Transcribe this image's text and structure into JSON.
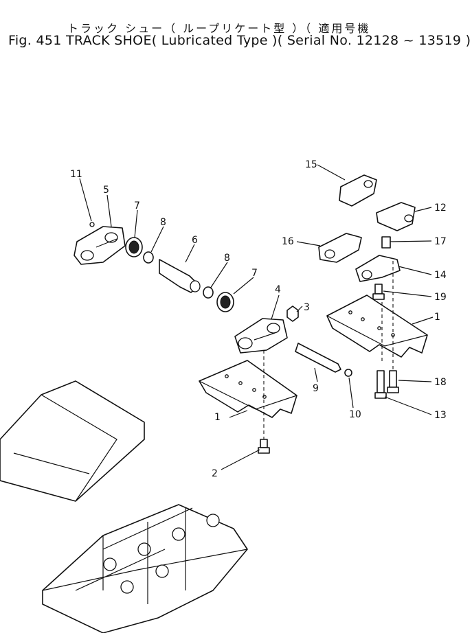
{
  "title": {
    "jp_line": "トラック シュー（ ループリケート型 ）（ 適用号機",
    "en_line": "Fig. 451 TRACK SHOE( Lubricated Type )( Serial No. 12128 ~ 13519 )"
  },
  "callouts": [
    "1",
    "1",
    "2",
    "3",
    "4",
    "5",
    "6",
    "7",
    "7",
    "8",
    "8",
    "9",
    "10",
    "11",
    "12",
    "13",
    "14",
    "15",
    "16",
    "17",
    "18",
    "19"
  ]
}
